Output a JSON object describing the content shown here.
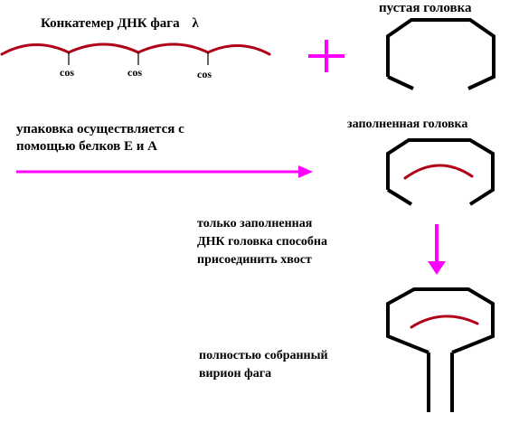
{
  "labels": {
    "concatemer_title": "Конкатемер ДНК фага",
    "lambda": "λ",
    "cos": [
      "cos",
      "cos",
      "cos"
    ],
    "empty_head": "пустая головка",
    "packaging_line1": "упаковка  осуществляется с",
    "packaging_line2": "помощью белков  Е  и А",
    "filled_head": "заполненная головка",
    "tail_line1": "только заполненная",
    "tail_line2": "ДНК головка способна",
    "tail_line3": "присоединить хвост",
    "virion_line1": "полностью собранный",
    "virion_line2": "вирион фага"
  },
  "colors": {
    "dna": "#b00018",
    "arrow": "#ff00ff",
    "outline": "#000000",
    "text": "#000000"
  }
}
